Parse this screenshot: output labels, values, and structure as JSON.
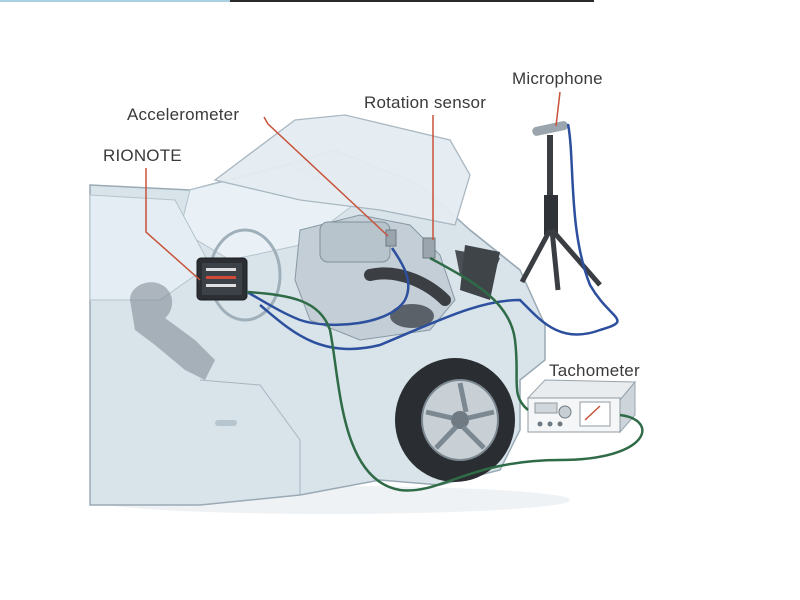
{
  "labels": {
    "microphone": "Microphone",
    "rotation_sensor": "Rotation sensor",
    "accelerometer": "Accelerometer",
    "rionote": "RIONOTE",
    "tachometer": "Tachometer"
  },
  "colors": {
    "leader_line": "#c8523a",
    "blue_cable": "#2c4f9e",
    "green_cable": "#2f6b47",
    "car_body": "#d8e3ea",
    "car_outline": "#9aaab5",
    "glass": "#e9f1f6"
  }
}
